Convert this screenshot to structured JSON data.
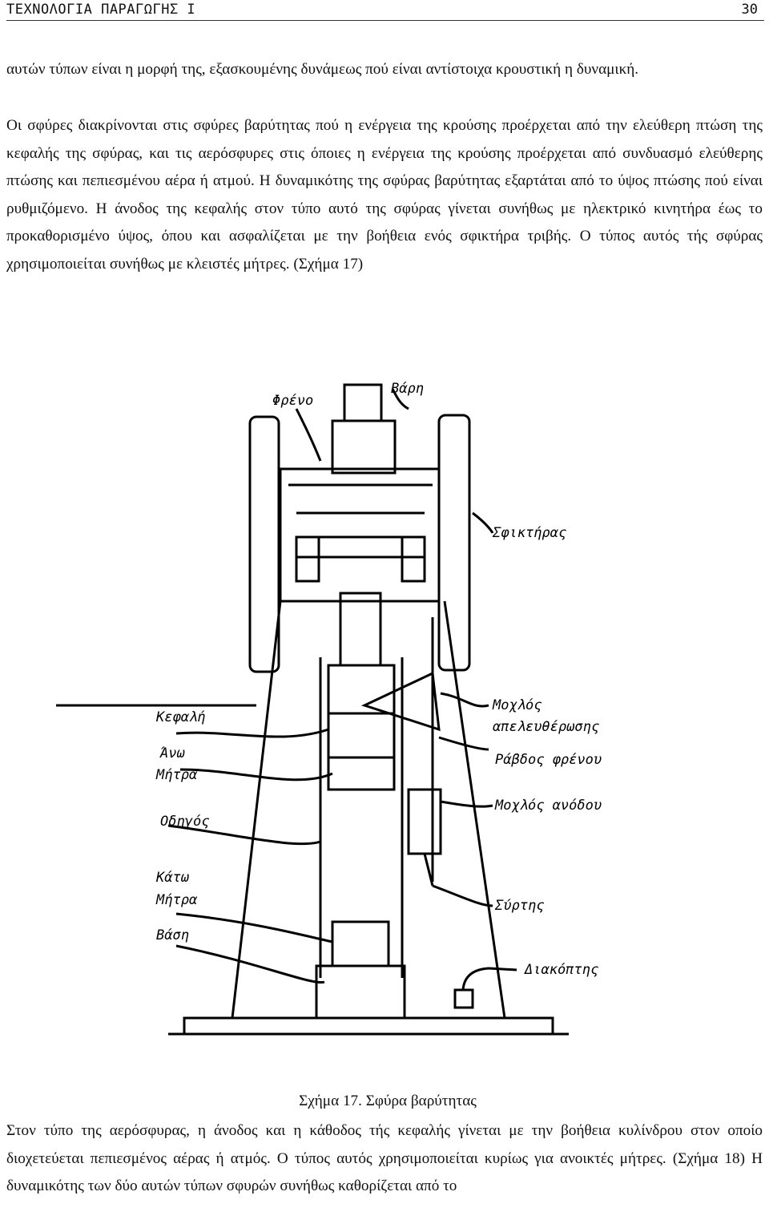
{
  "header": {
    "title": "ΤΕΧΝΟΛΟΓΙΑ ΠΑΡΑΓΩΓΗΣ Ι",
    "page_number": "30"
  },
  "paragraphs": {
    "p1": "αυτών τύπων είναι η μορφή της, εξασκουμένης δυνάμεως πού είναι αντίστοιχα κρουστική η δυναμική.",
    "p2": "Οι σφύρες διακρίνονται στις σφύρες βαρύτητας πού η ενέργεια της κρούσης προέρχεται από την ελεύθερη πτώση της κεφαλής της σφύρας, και τις αερόσφυρες στις όποιες η ενέργεια της κρούσης προέρχεται από συνδυασμό ελεύθερης πτώσης και πεπιεσμένου αέρα ή ατμού. Η δυναμικότης της σφύρας βαρύτητας εξαρτάται από το ύψος πτώσης πού είναι ρυθμιζόμενο. Η άνοδος της κεφαλής στον τύπο αυτό της σφύρας γίνεται συνήθως με ηλεκτρικό κινητήρα έως το προκαθορισμένο ύψος, όπου και ασφαλίζεται με την βοήθεια ενός σφικτήρα τριβής. Ο τύπος αυτός τής σφύρας χρησιμοποιείται συνήθως με κλειστές μήτρες. (Σχήμα 17)",
    "p3": "Στον τύπο της αερόσφυρας, η άνοδος και η κάθοδος τής κεφαλής γίνεται με την βοήθεια κυλίνδρου στον οποίο διοχετεύεται πεπιεσμένος αέρας ή ατμός. Ο τύπος αυτός χρησιμοποιείται κυρίως για ανοικτές μήτρες. (Σχήμα 18) Η δυναμικότης των δύο αυτών τύπων σφυρών συνήθως καθορίζεται από το"
  },
  "figure": {
    "caption": "Σχήμα 17. Σφύρα βαρύτητας",
    "labels": {
      "freno": "Φρένο",
      "vari": "Βάρη",
      "sfiktiras": "Σφικτήρας",
      "kefali": "Κεφαλή",
      "ano": "Άνω",
      "mitra_ano": "Μήτρα",
      "odigos": "Οδηγός",
      "kato": "Κάτω",
      "mitra_kato": "Μήτρα",
      "vasi": "Βάση",
      "mochlos1": "Μοχλός",
      "apeleftherosis": "απελευθέρωσης",
      "ravdos": "Ράβδος φρένου",
      "mochlos_anodou": "Μοχλός ανόδου",
      "syrtis": "Σύρτης",
      "diakoptis": "Διακόπτης"
    }
  }
}
